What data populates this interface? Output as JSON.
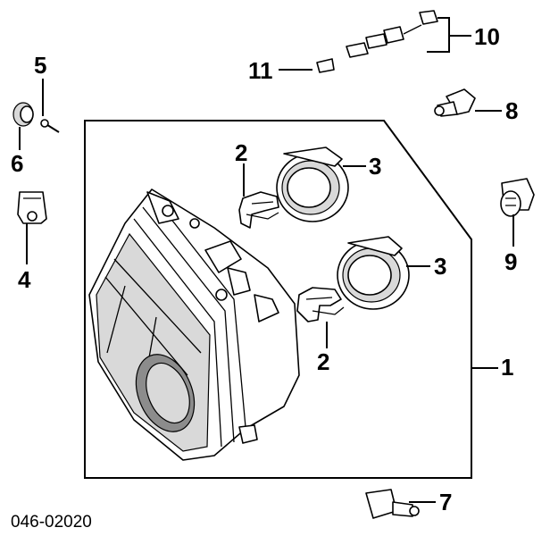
{
  "callouts": {
    "c1": "1",
    "c2a": "2",
    "c2b": "2",
    "c3a": "3",
    "c3b": "3",
    "c4": "4",
    "c5": "5",
    "c6": "6",
    "c7": "7",
    "c8": "8",
    "c9": "9",
    "c10": "10",
    "c11": "11"
  },
  "diagram_code": "046-02020"
}
